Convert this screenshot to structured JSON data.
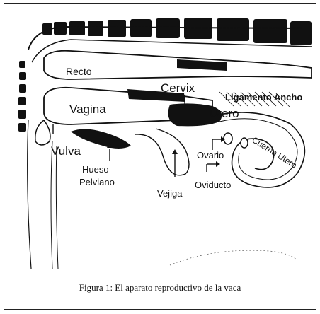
{
  "labels": {
    "recto": "Recto",
    "cervix": "Cervix",
    "ligamento_ancho": "Ligamento Ancho",
    "vagina": "Vagina",
    "utero": "Utero",
    "cuerno_utero": "Cuerno Utero",
    "vulva": "Vulva",
    "ovario": "Ovario",
    "hueso": "Hueso",
    "pelviano": "Pelviano",
    "oviducto": "Oviducto",
    "vejiga": "Vejiga"
  },
  "caption": "Figura 1: El aparato reproductivo de la vaca",
  "colors": {
    "ink": "#111111",
    "background": "#ffffff"
  }
}
